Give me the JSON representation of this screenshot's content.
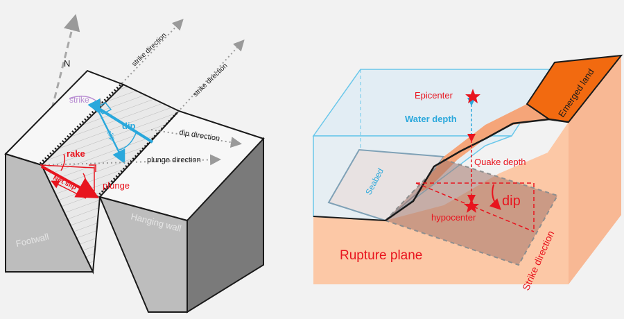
{
  "fault_diagram": {
    "north": "N",
    "strike_dir_1": "strike direction",
    "strike_dir_2": "strike direction",
    "strike": "strike",
    "dip": "dip",
    "slip": "slip",
    "dip_direction": "dip direction",
    "plunge_direction": "plunge direction",
    "rake": "rake",
    "net_slip": "Net slip",
    "plunge": "plunge",
    "footwall": "Footwall",
    "hanging_wall": "Hanging wall"
  },
  "quake_diagram": {
    "epicenter": "Epicenter",
    "water_depth": "Water depth",
    "quake_depth": "Quake depth",
    "dip": "dip",
    "hypocenter": "hypocenter",
    "seabed": "Seabed",
    "emerged_land": "Emerged land",
    "rupture_plane": "Rupture plane",
    "strike_direction": "Strike direction"
  },
  "colors": {
    "red": "#e8141e",
    "blue": "#2aa8dc",
    "purple": "#b78bd1",
    "dark_text": "#1a1a1a",
    "grey_text": "#e6e6e6",
    "orange_land": "#f26a10",
    "salmon": "#fcc8a6"
  }
}
